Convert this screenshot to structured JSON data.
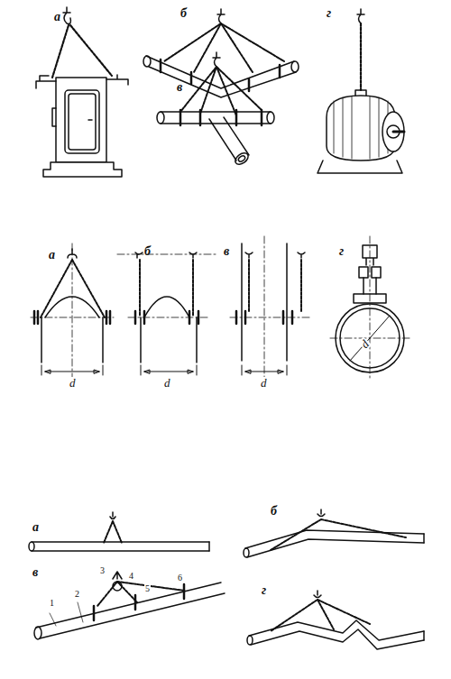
{
  "diagram": {
    "labels": [
      "а",
      "б",
      "в",
      "г",
      "а",
      "б",
      "в",
      "г",
      "d",
      "d",
      "d",
      "d",
      "а",
      "б",
      "в",
      "г",
      "1",
      "2",
      "3",
      "4",
      "5",
      "6"
    ]
  }
}
